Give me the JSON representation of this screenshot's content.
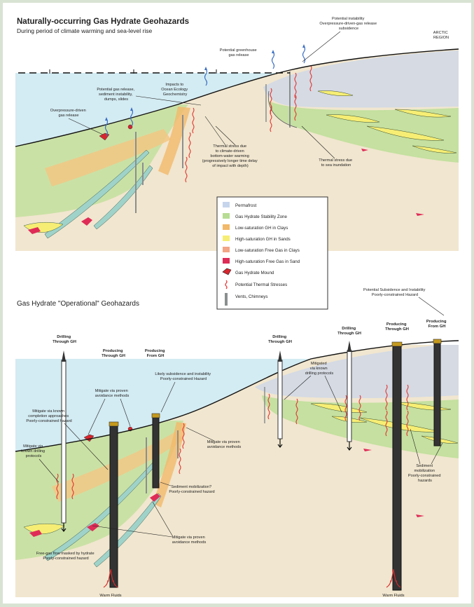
{
  "top": {
    "title": "Naturally-occurring Gas Hydrate Geohazards",
    "subtitle": "During period of climate warming and sea-level rise",
    "region": [
      "ARCTIC",
      "REGION"
    ],
    "labels": {
      "instability": [
        "Potential instability",
        "Overpressure-driven-gas release",
        "subsidence"
      ],
      "greenhouse": [
        "Potential greenhouse",
        "gas release"
      ],
      "ocean_ecology": [
        "Impacts to",
        "Ocean Ecology",
        "Geochemistry"
      ],
      "gas_release": [
        "Potential gas release,",
        "sediment instability,",
        "dumps, slides"
      ],
      "overpressure": [
        "Overpressure-driven",
        "gas release"
      ],
      "thermal_warming": [
        "Thermal stress due",
        "to climate-driven",
        "bottom-water warming",
        "(progressively longer time delay",
        "of impact with depth)"
      ],
      "thermal_sea": [
        "Thermal stress due",
        "to sea inundation"
      ]
    }
  },
  "legend": {
    "items": [
      {
        "label": "Permafrost",
        "color": "#c6d5ec"
      },
      {
        "label": "Gas Hydrate Stability Zone",
        "color": "#b7dc93"
      },
      {
        "label": "Low-saturation GH in Clays",
        "color": "#f2b96a"
      },
      {
        "label": "High-saturation GH in Sands",
        "color": "#f6ee74"
      },
      {
        "label": "Low-saturation Free Gas in Clays",
        "color": "#f3a585"
      },
      {
        "label": "High-saturation Free Gas in Sand",
        "color": "#df2c57"
      },
      {
        "label": "Gas Hydrate Mound",
        "color": "#d8262e"
      },
      {
        "label": "Potential Thermal Stresses",
        "color": "#e8312e"
      },
      {
        "label": "Vents, Chimneys",
        "color": "#8a8f8f"
      }
    ]
  },
  "bottom": {
    "title": "Gas Hydrate \"Operational\" Geohazards",
    "labels": {
      "subsidence_top": [
        "Potential Subsidence and Instability",
        "Poorly-constrained Hazard"
      ],
      "drilling_left": [
        "Drilling",
        "Through GH"
      ],
      "producing_through_left": [
        "Producing",
        "Through GH"
      ],
      "producing_from_left": [
        "Producing",
        "From GH"
      ],
      "drilling_mid": [
        "Drilling",
        "Through GH"
      ],
      "drilling_right": [
        "Drilling",
        "Through GH"
      ],
      "producing_through_right": [
        "Producing",
        "Through GH"
      ],
      "producing_from_right": [
        "Producing",
        "From GH"
      ],
      "likely_subsidence": [
        "Likely subsidence and instability",
        "Poorly-constrained Hazard"
      ],
      "avoidance_top": [
        "Mitigate via proven",
        "avoidance methods"
      ],
      "completion": [
        "Mitigate via known",
        "completion approaches",
        "Poorly-constrained hazard"
      ],
      "drilling_protocols_left": [
        "Mitigate via",
        "known drilling",
        "protocols"
      ],
      "avoidance_mid": [
        "Mitigate via proven",
        "avoidance methods"
      ],
      "drilling_protocols_right": [
        "Mitigated",
        "via known",
        "drilling protocols"
      ],
      "sediment_mob": [
        "Sediment mobilization?",
        "Poorly-constrained hazard"
      ],
      "sediment_mob_right": [
        "Sediment",
        "mobilization",
        "Poorly-constrained",
        "hazards"
      ],
      "avoidance_low": [
        "Mitigate via proven",
        "avoidance methods"
      ],
      "free_gas": [
        "Free-gas flow masked by hydrate",
        "Poorly-constrained hazard"
      ],
      "warm_left": "Warm Fluids",
      "warm_right": "Warm Fluids"
    }
  }
}
